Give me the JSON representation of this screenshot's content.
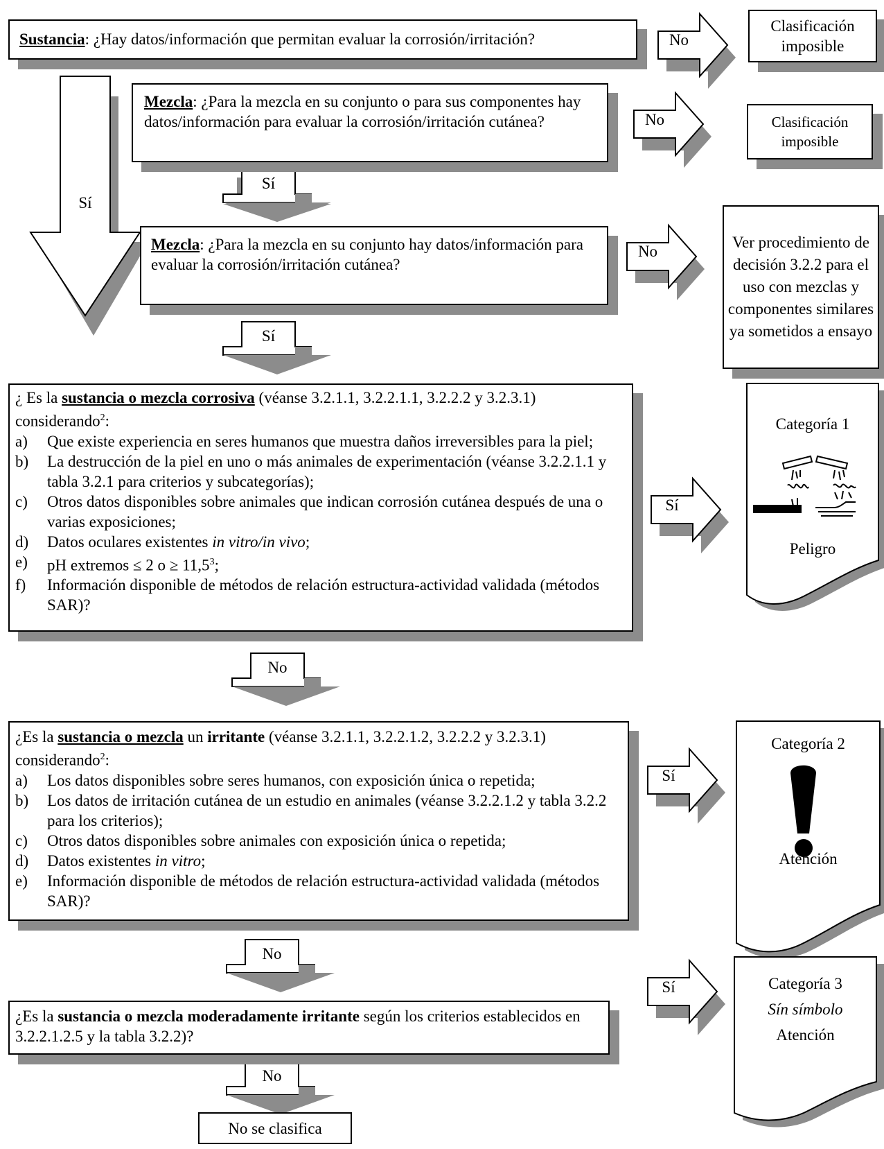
{
  "q1": {
    "lead": "Sustancia",
    "text": ": ¿Hay datos/información que permitan evaluar la corrosión/irritación?"
  },
  "q2": {
    "lead": "Mezcla",
    "text": ": ¿Para la mezcla en su conjunto o para sus componentes hay datos/información para evaluar la corrosión/irritación cutánea?"
  },
  "q3": {
    "lead": "Mezcla",
    "text": ": ¿Para la mezcla en su conjunto hay datos/información para evaluar la corrosión/irritación cutánea?"
  },
  "r1": "Clasificación imposible",
  "r2": "Clasificación imposible",
  "r3": "Ver procedimiento de decisión 3.2.2 para el uso con mezclas y componentes similares ya sometidos a ensayo",
  "arrows": {
    "no1": "No",
    "no2": "No",
    "si_big": "Sí",
    "si1": "Sí",
    "no3": "No",
    "si2": "Sí",
    "si3": "Sí",
    "no4": "No",
    "si4": "Sí",
    "no5": "No",
    "si5": "Sí",
    "no6": "No"
  },
  "q4": {
    "pre": "¿ Es la ",
    "bold": "sustancia o mezcla corrosiva",
    "post": " (véanse 3.2.1.1, 3.2.2.1.1, 3.2.2.2 y 3.2.3.1) considerando",
    "sup": "2",
    "colon": ":",
    "items": [
      {
        "k": "a)",
        "v": "Que existe experiencia en seres humanos que muestra daños irreversibles para la piel;"
      },
      {
        "k": "b)",
        "v": "La destrucción de la piel en uno o más animales de experimentación (véanse 3.2.2.1.1 y tabla 3.2.1 para criterios y subcategorías);"
      },
      {
        "k": "c)",
        "v": "Otros datos disponibles sobre animales que indican corrosión cutánea después de una o varias exposiciones;"
      },
      {
        "k": "d)",
        "v": "Datos oculares existentes ",
        "i": "in vitro/in vivo",
        "v2": ";"
      },
      {
        "k": "e)",
        "v": "pH extremos ≤ 2 o ≥ 11,5",
        "sup": "3",
        "v2": ";"
      },
      {
        "k": "f)",
        "v": "Información disponible de métodos de relación estructura-actividad validada (métodos SAR)?"
      }
    ]
  },
  "q5": {
    "pre": "¿Es la ",
    "bold_u": "sustancia o mezcla",
    "mid": " un ",
    "bold": "irritante",
    "post": " (véanse 3.2.1.1, 3.2.2.1.2, 3.2.2.2  y 3.2.3.1) considerando",
    "sup": "2",
    "colon": ":",
    "items": [
      {
        "k": "a)",
        "v": "Los datos disponibles sobre seres humanos, con exposición única o repetida;"
      },
      {
        "k": "b)",
        "v": "Los datos de irritación cutánea de un estudio en animales (véanse 3.2.2.1.2 y tabla 3.2.2 para los criterios);"
      },
      {
        "k": "c)",
        "v": "Otros datos disponibles sobre animales con exposición única o repetida;"
      },
      {
        "k": "d)",
        "v": "Datos existentes ",
        "i": "in vitro",
        "v2": ";"
      },
      {
        "k": "e)",
        "v": "Información disponible de métodos de relación estructura-actividad validada (métodos SAR)?"
      }
    ]
  },
  "q6": {
    "pre": "¿Es la ",
    "bold": "sustancia o mezcla moderadamente irritante",
    "post": " según los criterios establecidos en 3.2.2.1.2.5 y la tabla 3.2.2)?"
  },
  "cat1": {
    "title": "Categoría 1",
    "signal": "Peligro",
    "icon": "corrosion-pictogram"
  },
  "cat2": {
    "title": "Categoría 2",
    "signal": "Atención",
    "icon": "exclamation-mark"
  },
  "cat3": {
    "title": "Categoría 3",
    "sub": "Sín símbolo",
    "signal": "Atención"
  },
  "final": "No se clasifica"
}
